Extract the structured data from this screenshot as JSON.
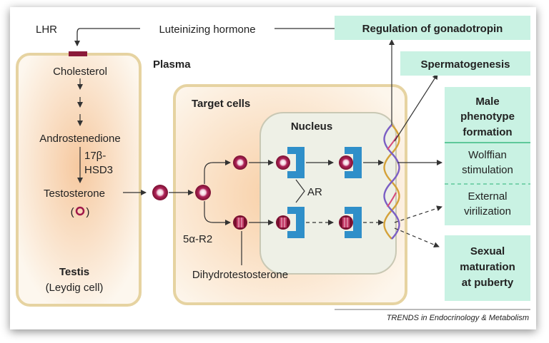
{
  "diagram": {
    "hormone": "Luteinizing hormone",
    "receptor": "LHR",
    "compartment": "Plasma",
    "testis": {
      "steps": [
        "Cholesterol",
        "Androstenedione",
        "Testosterone"
      ],
      "enzyme_line1": "17β-",
      "enzyme_line2": "HSD3",
      "symbol": "(    )",
      "title": "Testis",
      "subtitle": "(Leydig cell)"
    },
    "target": {
      "title": "Target cells",
      "nucleus": "Nucleus",
      "receptor": "AR",
      "enzyme": "5α-R2",
      "dht": "Dihydrotestosterone"
    },
    "outcomes": {
      "gonadotropin": "Regulation of gonadotropin",
      "spermatogenesis": "Spermatogenesis",
      "male_line1": "Male",
      "male_line2": "phenotype",
      "male_line3": "formation",
      "wolffian_line1": "Wolffian",
      "wolffian_line2": "stimulation",
      "external_line1": "External",
      "external_line2": "virilization",
      "sexual_line1": "Sexual",
      "sexual_line2": "maturation",
      "sexual_line3": "at puberty"
    },
    "credit": "TRENDS in Endocrinology & Metabolism"
  },
  "colors": {
    "box_fill": "#c9f2e3",
    "cell_border": "#e8d6a8",
    "nucleus_fill": "#eef0e6",
    "receptor_blue": "#2f8fc9",
    "molecule": "#a0184a",
    "dht_dark": "#7a1030"
  }
}
